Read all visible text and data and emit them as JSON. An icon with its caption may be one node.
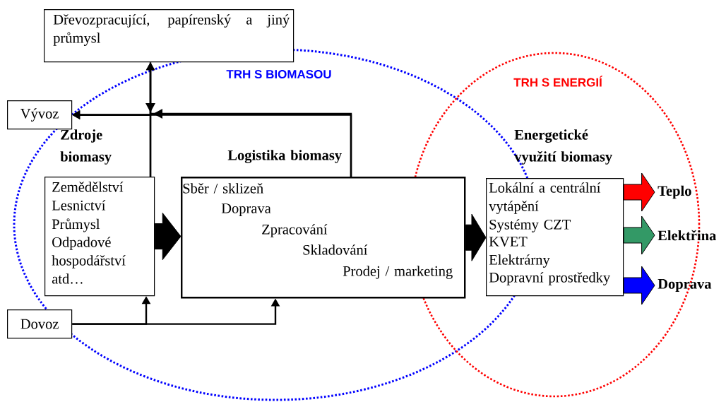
{
  "diagram": {
    "nodes": [
      {
        "text": [
          "Dřevozpracující, papírenský a jiný průmysl"
        ]
      },
      {
        "text": [
          "Vývoz"
        ]
      },
      {
        "text": [
          "Zdroje biomasy",
          "Zemědělství",
          "Lesnictví",
          "Průmysl",
          "Odpadové hospodářství",
          "atd…"
        ],
        "in": 9
      },
      {
        "text": [
          "Logistika biomasy",
          "Sběr / sklizeň",
          "Doprava",
          "Zpracování",
          "Skladování",
          "Prodej / marketing"
        ],
        "in": 9
      },
      {
        "text": [
          "Energetické využití biomasy",
          "Lokální a centrální vytápění",
          "Systémy CZT",
          "KVET",
          "Elektrárny",
          "Dopravní prostředky"
        ],
        "in": 10
      },
      {
        "text": [
          "Dovoz"
        ]
      },
      {
        "text": [
          "Teplo"
        ],
        "in": 10
      },
      {
        "text": [
          "Elektřina"
        ]
      },
      {
        "text": [
          "Doprava"
        ]
      },
      {
        "text": [
          "TRH S BIOMASOU"
        ]
      },
      {
        "text": [
          "TRH S ENERGIÍ"
        ]
      }
    ],
    "edges": [
      {
        "from": 2,
        "to": 0,
        "arrow": "to"
      },
      {
        "from": 2,
        "to": 1,
        "arrow": "to"
      },
      {
        "from": 3,
        "to": 1,
        "arrow": "to"
      },
      {
        "from": 3,
        "to": 0,
        "arrow": "to"
      },
      {
        "from": 0,
        "to": 1,
        "arrow": "to"
      },
      {
        "from": 5,
        "to": 2,
        "arrow": "to"
      },
      {
        "from": 5,
        "to": 3,
        "arrow": "to"
      },
      {
        "from": 2,
        "to": 3,
        "arrow": "to",
        "style": "thick"
      },
      {
        "from": 3,
        "to": 4,
        "arrow": "to",
        "style": "thick"
      },
      {
        "from": 4,
        "to": 6,
        "arrow": "to",
        "style": "thick",
        "color": "#ff0000"
      },
      {
        "from": 4,
        "to": 7,
        "arrow": "to",
        "style": "thick",
        "color": "#339966"
      },
      {
        "from": 4,
        "to": 8,
        "arrow": "to",
        "style": "thick",
        "color": "#0000ff"
      }
    ]
  }
}
